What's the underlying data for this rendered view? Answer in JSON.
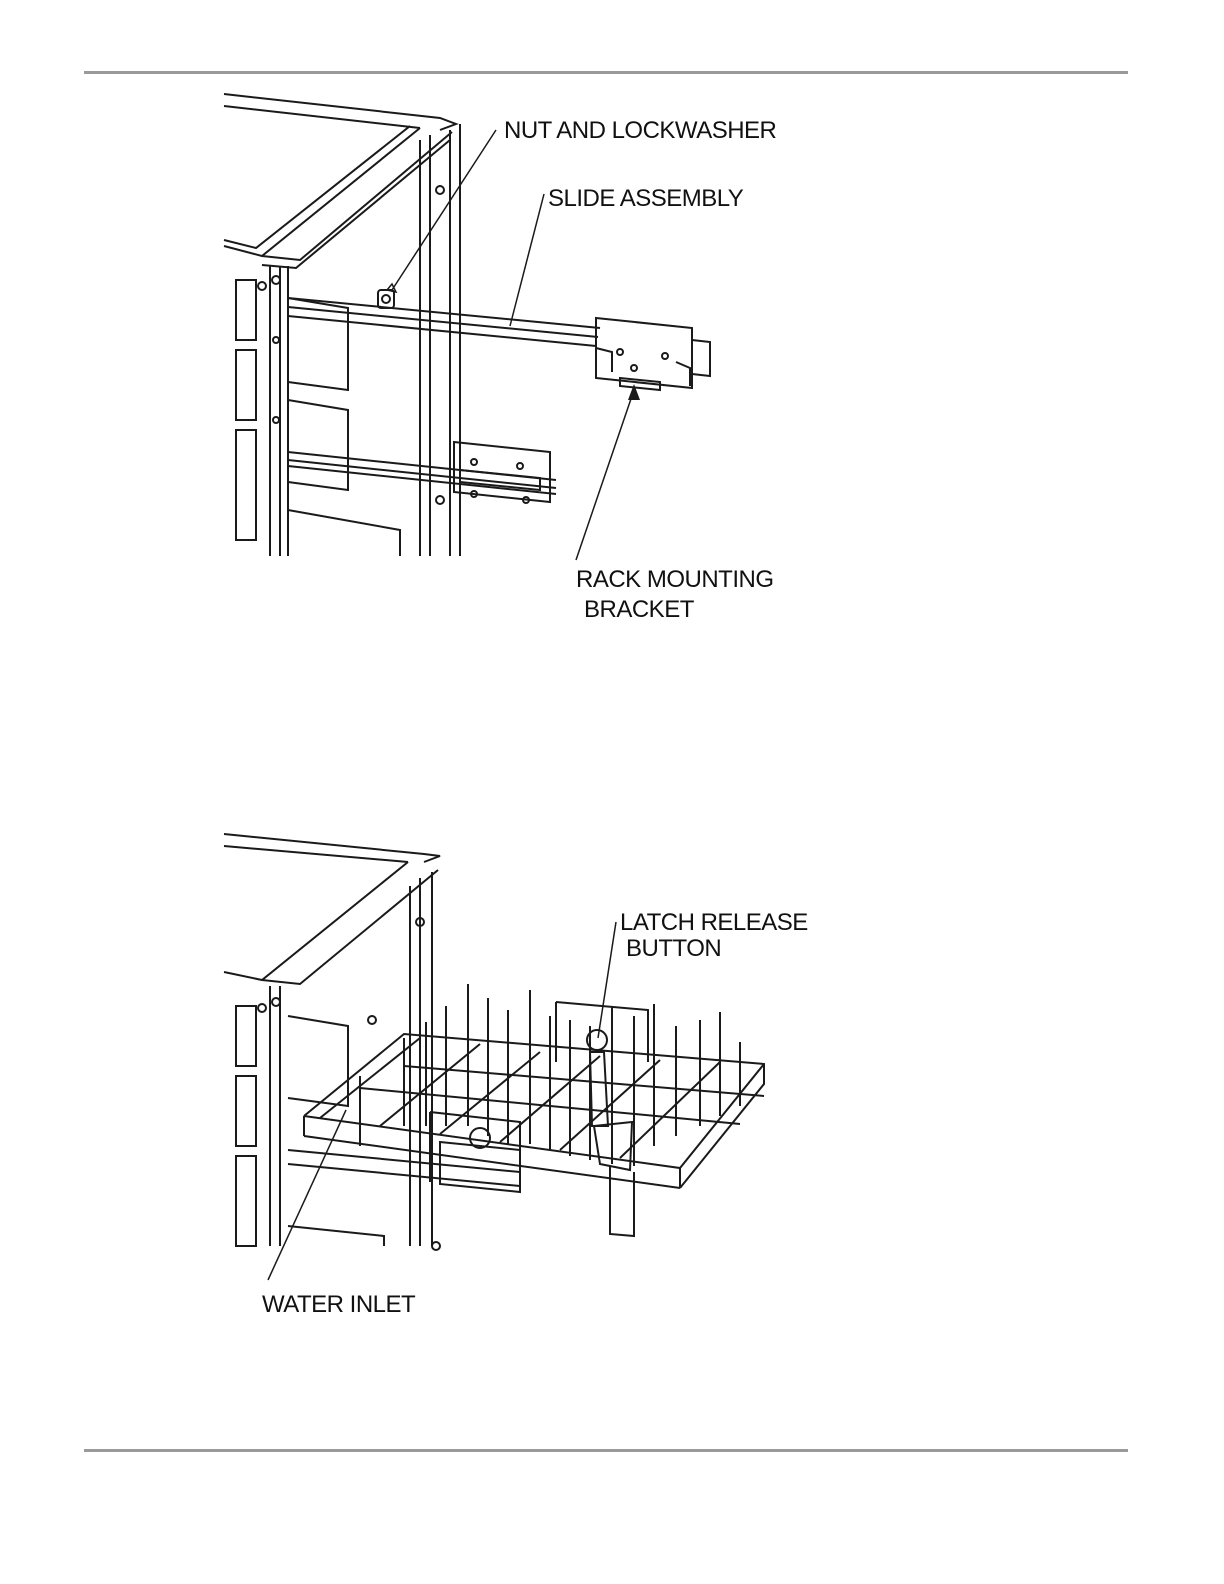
{
  "figure_1": {
    "callouts": {
      "nut_and_lockwasher": "NUT AND LOCKWASHER",
      "slide_assembly": "SLIDE ASSEMBLY",
      "rack_mounting_bracket_line1": "RACK MOUNTING",
      "rack_mounting_bracket_line2": "BRACKET"
    }
  },
  "figure_2": {
    "callouts": {
      "latch_release_button_line1": "LATCH RELEASE",
      "latch_release_button_line2": "BUTTON",
      "water_inlet": "WATER INLET"
    }
  }
}
